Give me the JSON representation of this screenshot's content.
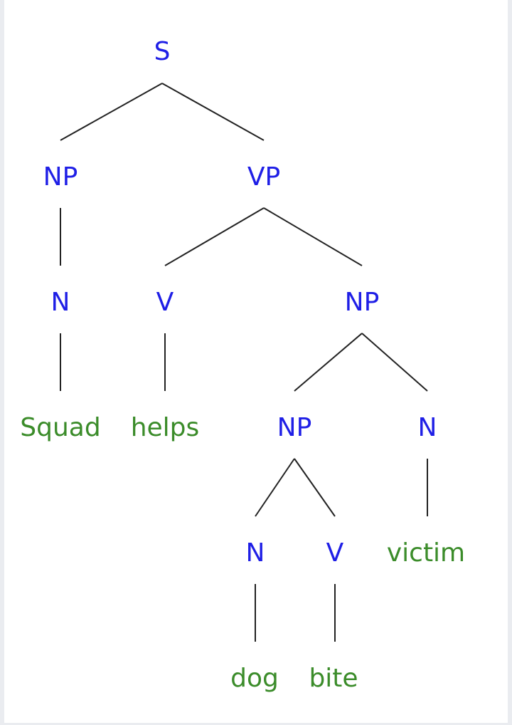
{
  "tree": {
    "nodes": {
      "s": "S",
      "np_subject": "NP",
      "vp": "VP",
      "n_subject": "N",
      "v_main": "V",
      "np_object": "NP",
      "np_compound": "NP",
      "n_object": "N",
      "n_compound": "N",
      "v_compound": "V"
    },
    "words": {
      "squad": "Squad",
      "helps": "helps",
      "dog": "dog",
      "bite": "bite",
      "victim": "victim"
    }
  },
  "colors": {
    "category": "#1f1fe6",
    "word": "#3b8c2a",
    "edge": "#222222",
    "background": "#ffffff"
  }
}
